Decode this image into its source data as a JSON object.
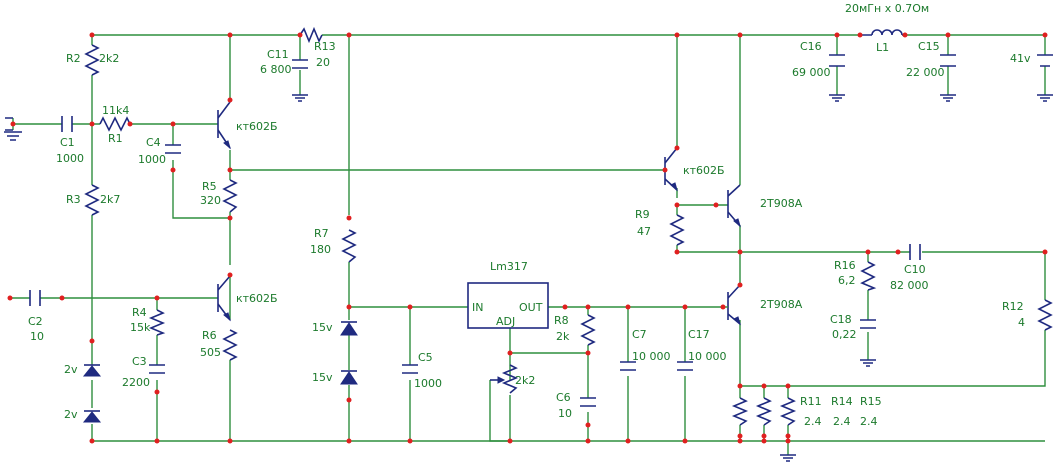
{
  "labels": {
    "R2": "R2",
    "R2v": "2k2",
    "R1v": "11k4",
    "R1": "R1",
    "C1": "C1",
    "C1v": "1000",
    "C4": "C4",
    "C4v": "1000",
    "R3": "R3",
    "R3v": "2k7",
    "Q1": "кт602Б",
    "R5": "R5",
    "R5v": "320",
    "C11": "C11",
    "C11v": "6 800",
    "R13": "R13",
    "R13v": "20",
    "C16": "C16",
    "C16v": "69 000",
    "L1t": "20мГн х 0.7Ом",
    "L1": "L1",
    "C15": "C15",
    "C15v": "22 000",
    "V41": "41v",
    "Q3": "кт602Б",
    "Q4": "2T908A",
    "R9": "R9",
    "R9v": "47",
    "R7": "R7",
    "R7v": "180",
    "LM": "Lm317",
    "IN": "IN",
    "OUT": "OUT",
    "ADJ": "ADJ",
    "R16": "R16",
    "R16v": "6,2",
    "C10": "C10",
    "C10v": "82 000",
    "C18": "C18",
    "C18v": "0,22",
    "R12": "R12",
    "R12v": "4",
    "C2": "C2",
    "C2v": "10",
    "R4": "R4",
    "R4v": "15k",
    "Q2": "кт602Б",
    "R6": "R6",
    "R6v": "505",
    "C3": "C3",
    "C3v": "2200",
    "Z1": "2v",
    "Z2": "2v",
    "Z3": "15v",
    "Z4": "15v",
    "C5": "C5",
    "C5v": "1000",
    "R8": "R8",
    "R8v": "2k",
    "POT": "2k2",
    "C6": "C6",
    "C6v": "10",
    "C7": "C7",
    "C7v": "10 000",
    "C17": "C17",
    "C17v": "10 000",
    "Q5": "2T908A",
    "R11": "R11",
    "R14": "R14",
    "R15": "R15",
    "R11v": "2.4",
    "R14v": "2.4",
    "R15v": "2.4"
  }
}
